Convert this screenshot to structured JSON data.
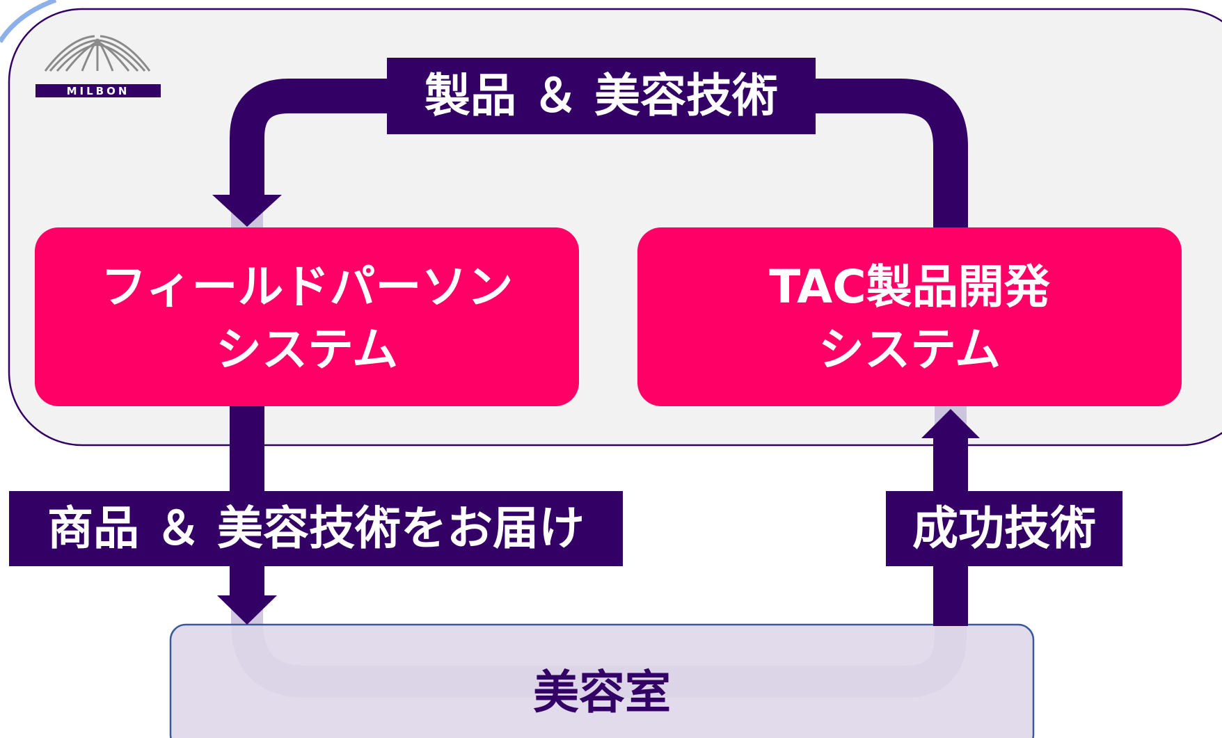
{
  "logo": {
    "brand": "MILBON"
  },
  "boxes": {
    "field": {
      "line1": "フィールドパーソン",
      "line2": "システム"
    },
    "tac": {
      "line1": "TAC製品開発",
      "line2": "システム"
    }
  },
  "labels": {
    "top": "製品 ＆ 美容技術",
    "bottom_left": "商品 ＆ 美容技術をお届け",
    "bottom_right": "成功技術"
  },
  "salon": {
    "label": "美容室"
  },
  "colors": {
    "box_fill": "#FF0066",
    "arrow": "#330066",
    "panel_fill": "#F2F2F2",
    "panel_border": "#330066",
    "salon_fill": "#DDD6E8",
    "salon_border": "#3B5998",
    "flow_ghost": "#BEB1D5"
  }
}
